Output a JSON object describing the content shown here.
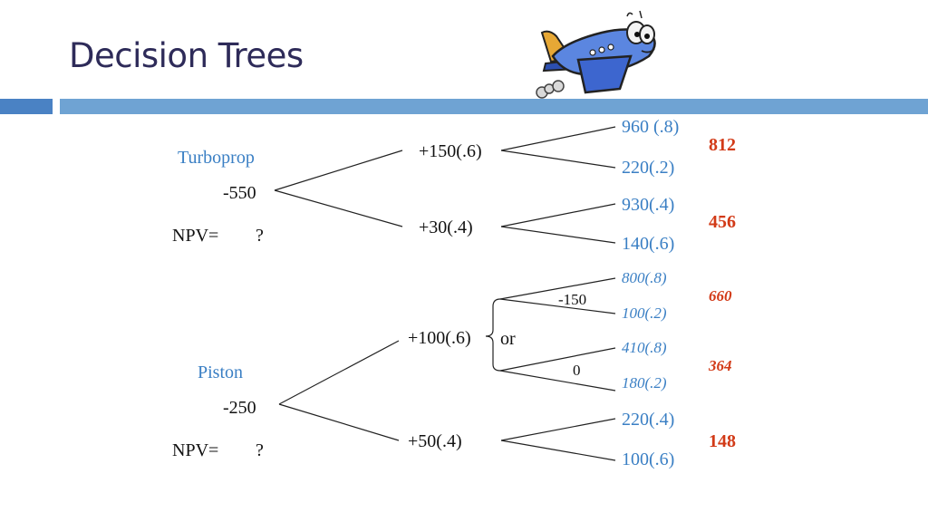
{
  "title": "Decision Trees",
  "colors": {
    "accent": "#3a7fc4",
    "result": "#d23a17",
    "title": "#2e2b59",
    "bar": "#6fa3d3"
  },
  "turboprop": {
    "name": "Turboprop",
    "cost": "-550",
    "npv_label": "NPV=",
    "npv_value": "?",
    "branches": [
      {
        "label": "+150(.6)",
        "outcomes": [
          "960 (.8)",
          "220(.2)"
        ],
        "result": "812"
      },
      {
        "label": "+30(.4)",
        "outcomes": [
          "930(.4)",
          "140(.6)"
        ],
        "result": "456"
      }
    ]
  },
  "piston": {
    "name": "Piston",
    "cost": "-250",
    "npv_label": "NPV=",
    "npv_value": "?",
    "branch_high": {
      "label": "+100(.6)",
      "or_label": "or",
      "options": [
        {
          "label": "-150",
          "outcomes": [
            "800(.8)",
            "100(.2)"
          ],
          "result": "660"
        },
        {
          "label": "0",
          "outcomes": [
            "410(.8)",
            "180(.2)"
          ],
          "result": "364"
        }
      ]
    },
    "branch_low": {
      "label": "+50(.4)",
      "outcomes": [
        "220(.4)",
        "100(.6)"
      ],
      "result": "148"
    }
  }
}
